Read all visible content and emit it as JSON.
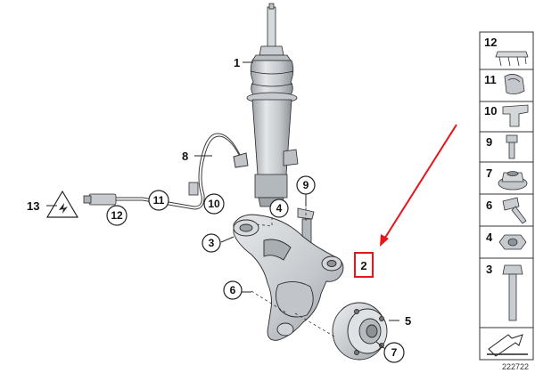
{
  "diagram_number": "222722",
  "colors": {
    "highlight": "#e8141b",
    "line": "#222222",
    "part_fill": "#d9dbde",
    "part_shade": "#aeb2b7"
  },
  "callouts": {
    "c1": "1",
    "c2": "2",
    "c3": "3",
    "c4": "4",
    "c5": "5",
    "c6": "6",
    "c7": "7",
    "c8": "8",
    "c9": "9",
    "c10": "10",
    "c11": "11",
    "c12": "12",
    "c13": "13"
  },
  "highlighted_callout": "2",
  "parts_panel": [
    {
      "label": "12",
      "icon": "clip-icon"
    },
    {
      "label": "11",
      "icon": "clamp-icon"
    },
    {
      "label": "10",
      "icon": "bracket-icon"
    },
    {
      "label": "9",
      "icon": "bolt-icon"
    },
    {
      "label": "7",
      "icon": "collar-nut-icon"
    },
    {
      "label": "6",
      "icon": "bolt-icon"
    },
    {
      "label": "4",
      "icon": "hex-nut-icon"
    },
    {
      "label": "3",
      "icon": "long-bolt-icon"
    }
  ]
}
